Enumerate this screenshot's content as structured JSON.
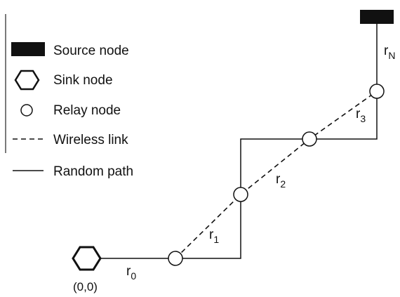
{
  "legend": {
    "source": "Source node",
    "sink": "Sink node",
    "relay": "Relay node",
    "wireless": "Wireless link",
    "random": "Random path"
  },
  "labels": {
    "origin": "(0,0)",
    "r0_base": "r",
    "r0_sub": "0",
    "r1_base": "r",
    "r1_sub": "1",
    "r2_base": "r",
    "r2_sub": "2",
    "r3_base": "r",
    "r3_sub": "3",
    "rN_base": "r",
    "rN_sub": "N"
  }
}
